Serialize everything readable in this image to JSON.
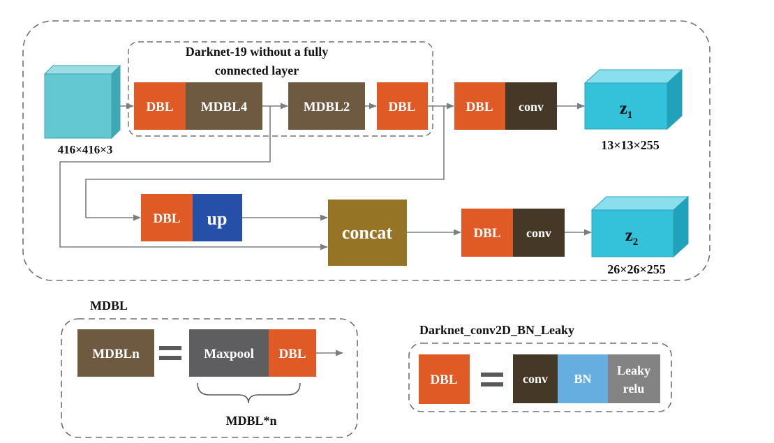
{
  "colors": {
    "dbl": "#e05a26",
    "mdbl": "#6e5a40",
    "conv": "#453826",
    "up": "#2650a8",
    "concat": "#957426",
    "maxpool": "#5e5e60",
    "bn": "#66aee0",
    "leaky": "#838383",
    "tensor_front": "#34c2db",
    "input_front": "#63c8d2",
    "arrow": "#7a7f85",
    "dash": "#707070"
  },
  "main": {
    "darknet_label_1": "Darknet-19 without a fully",
    "darknet_label_2": "connected layer",
    "input_dim": "416×416×3",
    "dbl_1": "DBL",
    "mdbl4": "MDBL4",
    "mdbl2": "MDBL2",
    "dbl_2": "DBL",
    "dbl_3": "DBL",
    "conv_1": "conv",
    "z1_main": "z",
    "z1_sub": "1",
    "z1_dim": "13×13×255",
    "dbl_up": "DBL",
    "up": "up",
    "concat": "concat",
    "dbl_4": "DBL",
    "conv_2": "conv",
    "z2_main": "z",
    "z2_sub": "2",
    "z2_dim": "26×26×255"
  },
  "mdbl_legend": {
    "title": "MDBL",
    "lhs": "MDBLn",
    "maxpool": "Maxpool",
    "dbl": "DBL",
    "brace_label": "MDBL*n"
  },
  "dbl_legend": {
    "title": "Darknet_conv2D_BN_Leaky",
    "lhs": "DBL",
    "conv": "conv",
    "bn": "BN",
    "leaky_1": "Leaky",
    "leaky_2": "relu"
  }
}
